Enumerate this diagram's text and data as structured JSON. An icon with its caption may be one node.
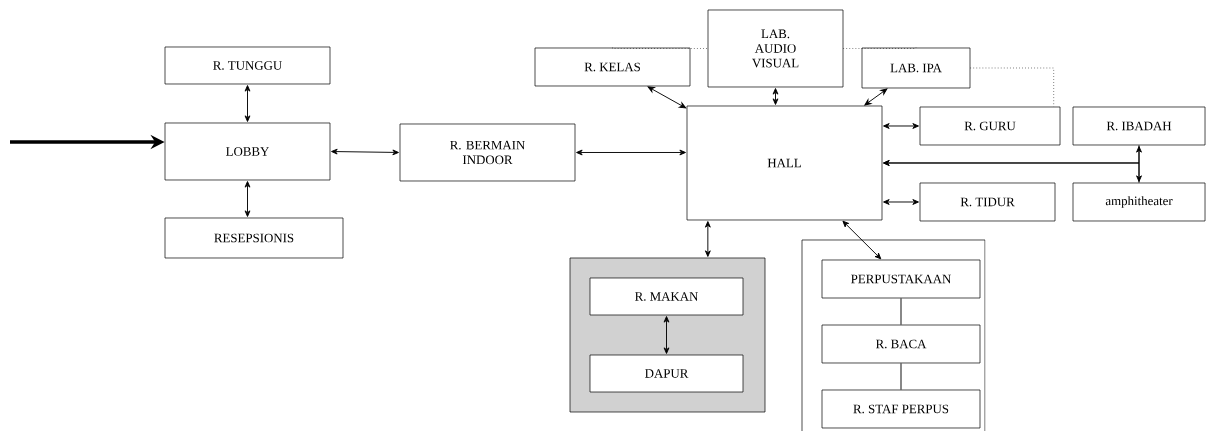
{
  "diagram": {
    "nodes": [
      {
        "text": [
          "R. TUNGGU"
        ]
      },
      {
        "text": [
          "LOBBY"
        ]
      },
      {
        "text": [
          "RESEPSIONIS"
        ]
      },
      {
        "text": [
          "R. BERMAIN INDOOR"
        ]
      },
      {
        "text": [
          "R. KELAS"
        ]
      },
      {
        "text": [
          "LAB. AUDIO VISUAL"
        ]
      },
      {
        "text": [
          "LAB. IPA"
        ]
      },
      {
        "text": [
          "HALL"
        ]
      },
      {
        "text": [
          "R. GURU"
        ]
      },
      {
        "text": [
          "R. IBADAH"
        ]
      },
      {
        "text": [
          "R. TIDUR"
        ]
      },
      {
        "text": [
          "amphitheater"
        ]
      },
      {
        "text": [],
        "shape": "box"
      },
      {
        "text": [
          "R. MAKAN"
        ],
        "in": 12
      },
      {
        "text": [
          "DAPUR"
        ],
        "in": 12
      },
      {
        "text": [],
        "shape": "box"
      },
      {
        "text": [
          "PERPUSTAKAAN"
        ],
        "in": 15
      },
      {
        "text": [
          "R. BACA"
        ],
        "in": 15
      },
      {
        "text": [
          "R. STAF PERPUS"
        ],
        "in": 15
      }
    ],
    "edges": [
      {
        "from": null,
        "to": 1,
        "arrow": "to",
        "style": "thick"
      },
      {
        "from": 0,
        "to": 1,
        "arrow": "both"
      },
      {
        "from": 1,
        "to": 2,
        "arrow": "both"
      },
      {
        "from": 1,
        "to": 3,
        "arrow": "both"
      },
      {
        "from": 3,
        "to": 7,
        "arrow": "both"
      },
      {
        "from": 4,
        "to": 7,
        "arrow": "both"
      },
      {
        "from": 5,
        "to": 7,
        "arrow": "both"
      },
      {
        "from": 6,
        "to": 7,
        "arrow": "both"
      },
      {
        "from": 7,
        "to": 8,
        "arrow": "both"
      },
      {
        "from": 7,
        "to": 10,
        "arrow": "both"
      },
      {
        "from": 9,
        "to": 11,
        "arrow": "both"
      },
      {
        "from": 9,
        "to": 7,
        "arrow": "to"
      },
      {
        "from": 11,
        "to": 7,
        "arrow": "to"
      },
      {
        "from": 7,
        "to": 12,
        "arrow": "both"
      },
      {
        "from": 13,
        "to": 14,
        "arrow": "both"
      },
      {
        "from": 7,
        "to": 16,
        "arrow": "both"
      },
      {
        "from": 16,
        "to": 17,
        "arrow": "none"
      },
      {
        "from": 17,
        "to": 18,
        "arrow": "none"
      },
      {
        "from": 4,
        "to": 5,
        "arrow": "none",
        "style": "dashed"
      },
      {
        "from": 5,
        "to": 6,
        "arrow": "none",
        "style": "dashed"
      },
      {
        "from": 6,
        "to": 8,
        "arrow": "none",
        "style": "dashed"
      }
    ]
  }
}
